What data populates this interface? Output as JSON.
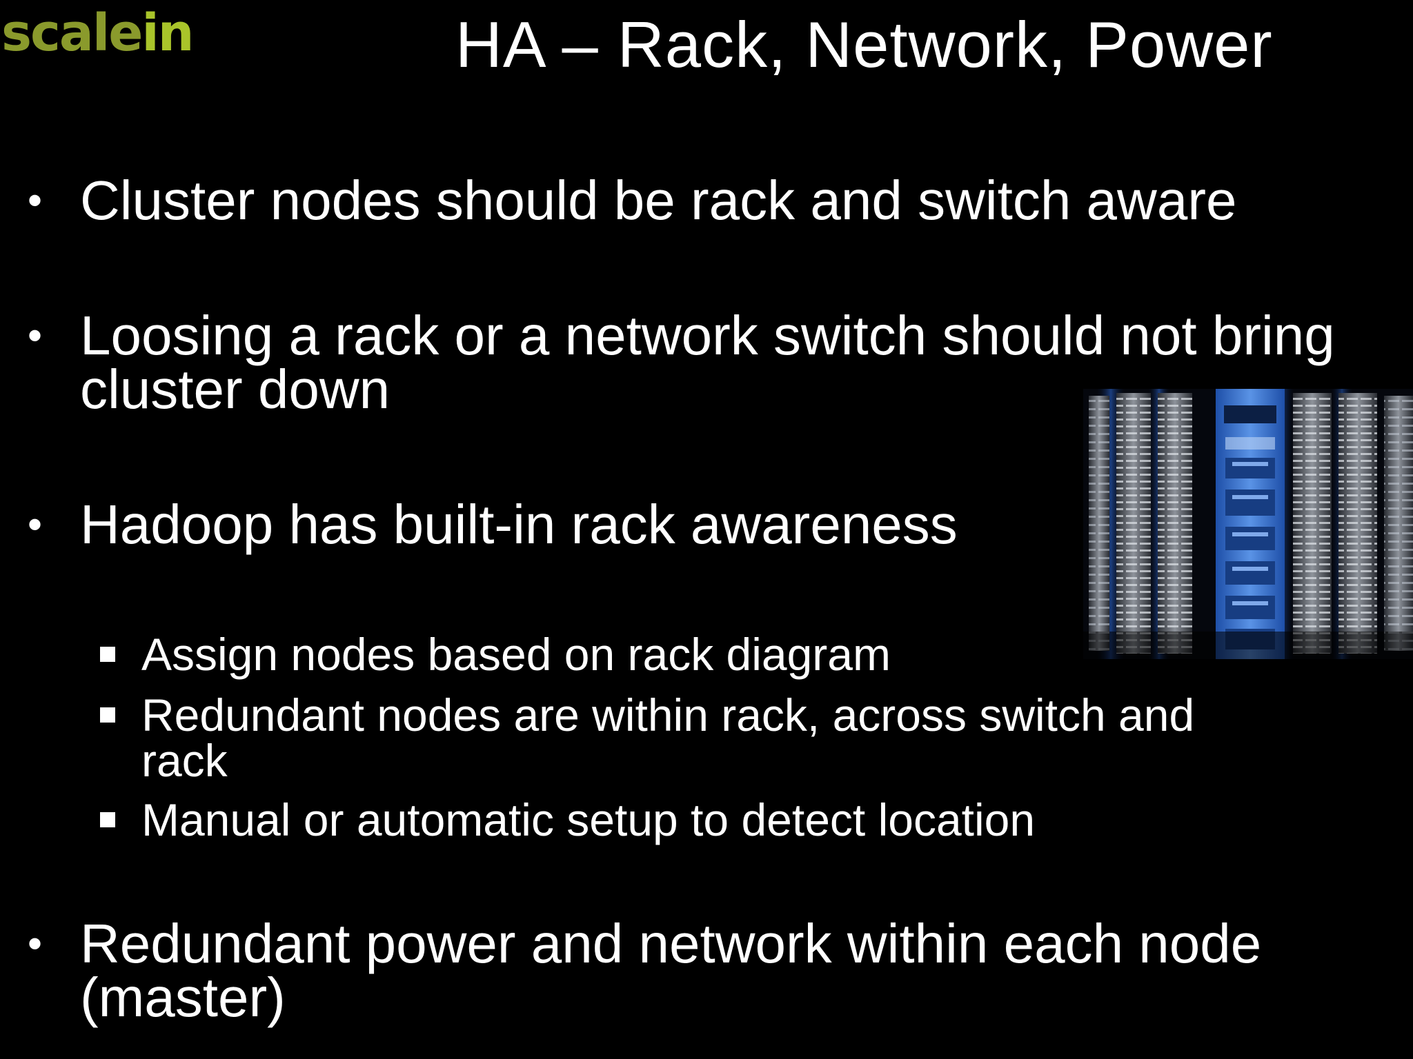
{
  "logo": {
    "part1": "scale",
    "part2": "in",
    "colors": {
      "part1": "#8a9a2c",
      "part2": "#a9c42a"
    }
  },
  "title": "HA – Rack, Network, Power",
  "bullets": [
    {
      "line1": "Cluster nodes should be rack and switch aware",
      "line2": ""
    },
    {
      "line1": "Loosing a rack or a network switch should not bring",
      "line2": "cluster down"
    },
    {
      "line1": "Hadoop has built-in rack awareness",
      "line2": ""
    },
    {
      "line1": "Redundant power and network within each node",
      "line2": "(master)"
    }
  ],
  "sub_bullets": [
    {
      "line1": "Assign nodes based on rack diagram",
      "line2": ""
    },
    {
      "line1": "Redundant nodes are within rack, across switch and",
      "line2": "rack"
    },
    {
      "line1": "Manual or automatic setup to detect location",
      "line2": ""
    }
  ],
  "bullet_glyph": "•",
  "image": {
    "subject": "server-racks-photo",
    "accent_color": "#3a7bd5"
  },
  "colors": {
    "background": "#000000",
    "text": "#ffffff"
  }
}
